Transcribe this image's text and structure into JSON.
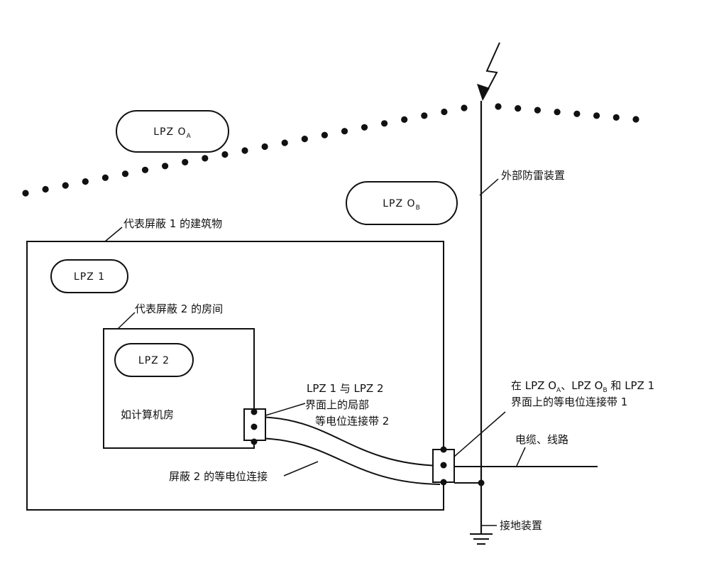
{
  "zones": {
    "lpz0a": {
      "text": "LPZ O",
      "sub": "A"
    },
    "lpz0b": {
      "text": "LPZ O",
      "sub": "B"
    },
    "lpz1": {
      "text": "LPZ 1"
    },
    "lpz2": {
      "text": "LPZ 2"
    }
  },
  "labels": {
    "external_lightning_protection": "外部防雷装置",
    "building_shield1": "代表屏蔽 1 的建筑物",
    "room_shield2": "代表屏蔽 2 的房间",
    "computer_room": "如计算机房",
    "local_bonding_bar_line1": "LPZ 1 与 LPZ 2",
    "local_bonding_bar_line2": "界面上的局部",
    "local_bonding_bar_line3": "等电位连接带 2",
    "main_bonding_bar_line1_prefix": "在 LPZ O",
    "main_bonding_bar_line1_subA": "A",
    "main_bonding_bar_line1_mid": "、LPZ O",
    "main_bonding_bar_line1_subB": "B",
    "main_bonding_bar_line1_suffix": " 和 LPZ 1",
    "main_bonding_bar_line2": "界面上的等电位连接带 1",
    "cables_lines": "电缆、线路",
    "shield2_bonding": "屏蔽 2 的等电位连接",
    "earthing_device": "接地装置"
  },
  "icons": [
    "lightning-bolt-icon",
    "ground-symbol-icon",
    "bonding-terminal-icon"
  ]
}
